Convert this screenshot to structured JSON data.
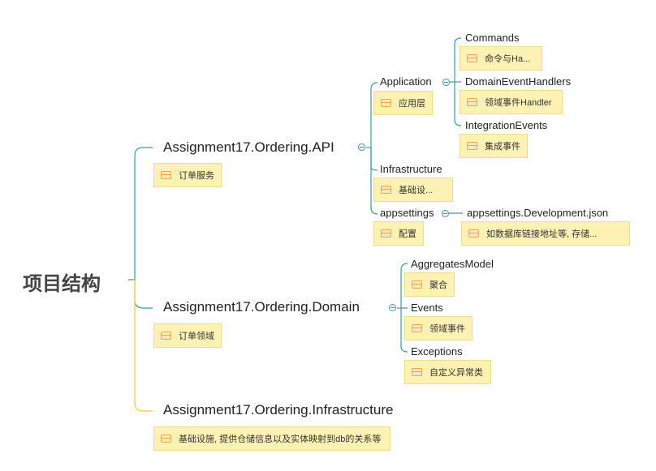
{
  "root": {
    "label": "项目结构"
  },
  "api": {
    "label": "Assignment17.Ordering.API",
    "note": "订单服务",
    "application": {
      "label": "Application",
      "note": "应用层",
      "commands": {
        "label": "Commands",
        "note": "命令与Ha..."
      },
      "domain_event_handlers": {
        "label": "DomainEventHandlers",
        "note": "领域事件Handler"
      },
      "integration_events": {
        "label": "IntegrationEvents",
        "note": "集成事件"
      }
    },
    "infrastructure": {
      "label": "Infrastructure",
      "note": "基础设..."
    },
    "appsettings": {
      "label": "appsettings",
      "note": "配置",
      "development": {
        "label": "appsettings.Development.json",
        "note": "如数据库链接地址等, 存储..."
      }
    }
  },
  "domain": {
    "label": "Assignment17.Ordering.Domain",
    "note": "订单领域",
    "aggregates_model": {
      "label": "AggregatesModel",
      "note": "聚合"
    },
    "events": {
      "label": "Events",
      "note": "领域事件"
    },
    "exceptions": {
      "label": "Exceptions",
      "note": "自定义异常类"
    }
  },
  "infrastructure": {
    "label": "Assignment17.Ordering.Infrastructure",
    "note": "基础设施, 提供仓储信息以及实体映射到db的关系等"
  },
  "colors": {
    "teal": "#3b9aa7",
    "yellow_line": "#f5d35a",
    "note_bg": "#fdf2b4",
    "note_icon": "#e7a84a"
  }
}
